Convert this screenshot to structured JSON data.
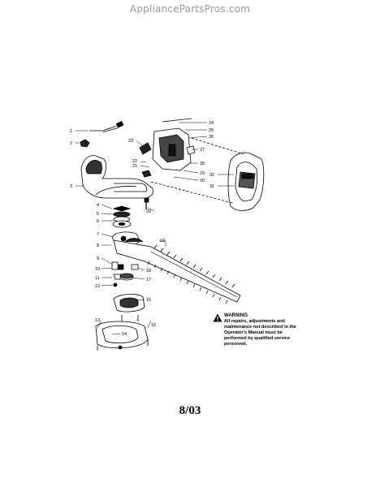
{
  "watermark": "AppliancePartsPros.com",
  "callouts": {
    "c1": "1",
    "c2": "2",
    "c3": "3",
    "c4": "4",
    "c5": "5",
    "c6": "6",
    "c7": "7",
    "c8": "8",
    "c9": "9",
    "c10": "10",
    "c11": "11",
    "c12": "12",
    "c13": "13",
    "c14": "14",
    "c15": "15",
    "c16": "16",
    "c17": "17",
    "c18": "18",
    "c19": "19",
    "c20": "20",
    "c21": "21",
    "c22": "22",
    "c23": "23",
    "c24": "24",
    "c25": "25",
    "c26": "26",
    "c27": "27",
    "c28": "28",
    "c29": "29",
    "c30": "30",
    "c31": "31",
    "c32": "32"
  },
  "warning": {
    "title": "WARNING",
    "body": "All repairs, adjustments and maintenance not described in the Operator's Manual must be performed by qualified service personnel."
  },
  "date": "8/03"
}
